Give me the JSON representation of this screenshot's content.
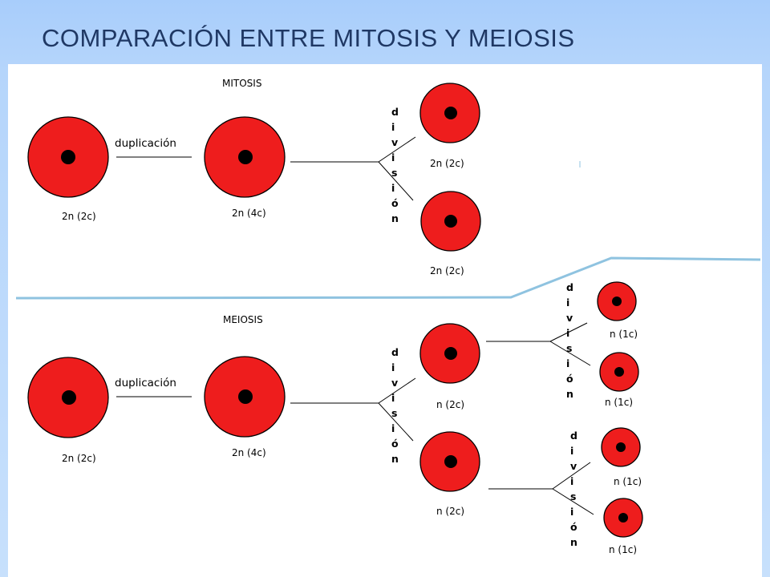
{
  "slide": {
    "title": "COMPARACIÓN ENTRE MITOSIS Y MEIOSIS"
  },
  "mitosis": {
    "heading": "MITOSIS",
    "duplication_label": "duplicación",
    "division_label": "división",
    "cell_initial": "2n  (2c)",
    "cell_duplicated": "2n (4c)",
    "daughter_1": "2n  (2c)",
    "daughter_2": "2n  (2c)"
  },
  "meiosis": {
    "heading": "MEIOSIS",
    "duplication_label": "duplicación",
    "division_label": "división",
    "cell_initial": "2n  (2c)",
    "cell_duplicated": "2n (4c)",
    "first_div_1": "n  (2c)",
    "first_div_2": "n  (2c)",
    "final_1": "n (1c)",
    "final_2": "n (1c)",
    "final_3": "n (1c)",
    "final_4": "n (1c)"
  },
  "colors": {
    "cell_fill": "#ee1d1d",
    "nucleus": "#000000",
    "title": "#1f3864",
    "separator": "#8fc3e0"
  }
}
